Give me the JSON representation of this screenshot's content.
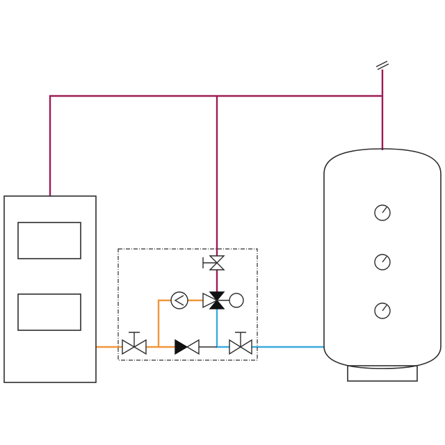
{
  "colors": {
    "supply": "#9b1b55",
    "return_hot": "#f0963c",
    "return_cold": "#3aa9e0",
    "outline": "#2b2b2b",
    "background": "#ffffff"
  },
  "components": {
    "boiler": "boiler",
    "storage_tank": "storage-tank",
    "mixing_group": "mixing-group",
    "pump": "circulation-pump-icon",
    "mixing_valve": "three-way-valve-icon",
    "check_valve": "check-valve-icon",
    "shutoff_valves": [
      "shutoff-valve-icon",
      "shutoff-valve-icon",
      "shutoff-valve-icon"
    ],
    "thermometers": [
      "thermometer-icon",
      "thermometer-icon",
      "thermometer-icon"
    ],
    "vent": "vent-line-icon"
  }
}
